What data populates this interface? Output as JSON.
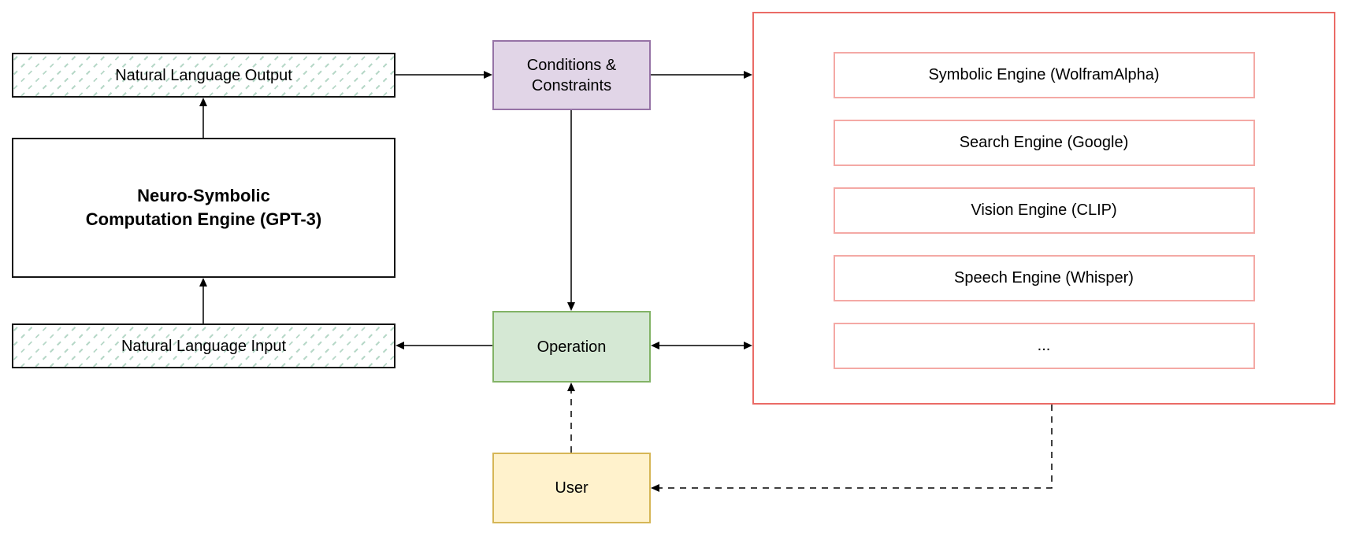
{
  "nodes": {
    "natural_language_output": {
      "label": "Natural Language Output"
    },
    "computation_engine": {
      "label_line1": "Neuro-Symbolic",
      "label_line2": "Computation Engine (GPT-3)"
    },
    "natural_language_input": {
      "label": "Natural Language Input"
    },
    "conditions_constraints": {
      "label": "Conditions & Constraints"
    },
    "operation": {
      "label": "Operation"
    },
    "user": {
      "label": "User"
    },
    "external_engines": {
      "items": [
        {
          "label": "Symbolic Engine (WolframAlpha)"
        },
        {
          "label": "Search Engine (Google)"
        },
        {
          "label": "Vision Engine (CLIP)"
        },
        {
          "label": "Speech Engine (Whisper)"
        },
        {
          "label": "..."
        }
      ]
    }
  },
  "colors": {
    "conditions_fill": "#e1d5e7",
    "conditions_stroke": "#9673a6",
    "operation_fill": "#d5e8d4",
    "operation_stroke": "#82b366",
    "user_fill": "#fff2cc",
    "user_stroke": "#d6b656",
    "engines_container_stroke": "#ea6b66",
    "engine_item_stroke": "#f4a9a5",
    "hatch_stroke": "#b7d8c8",
    "io_box_stroke": "#141414",
    "arrow": "#000000"
  }
}
